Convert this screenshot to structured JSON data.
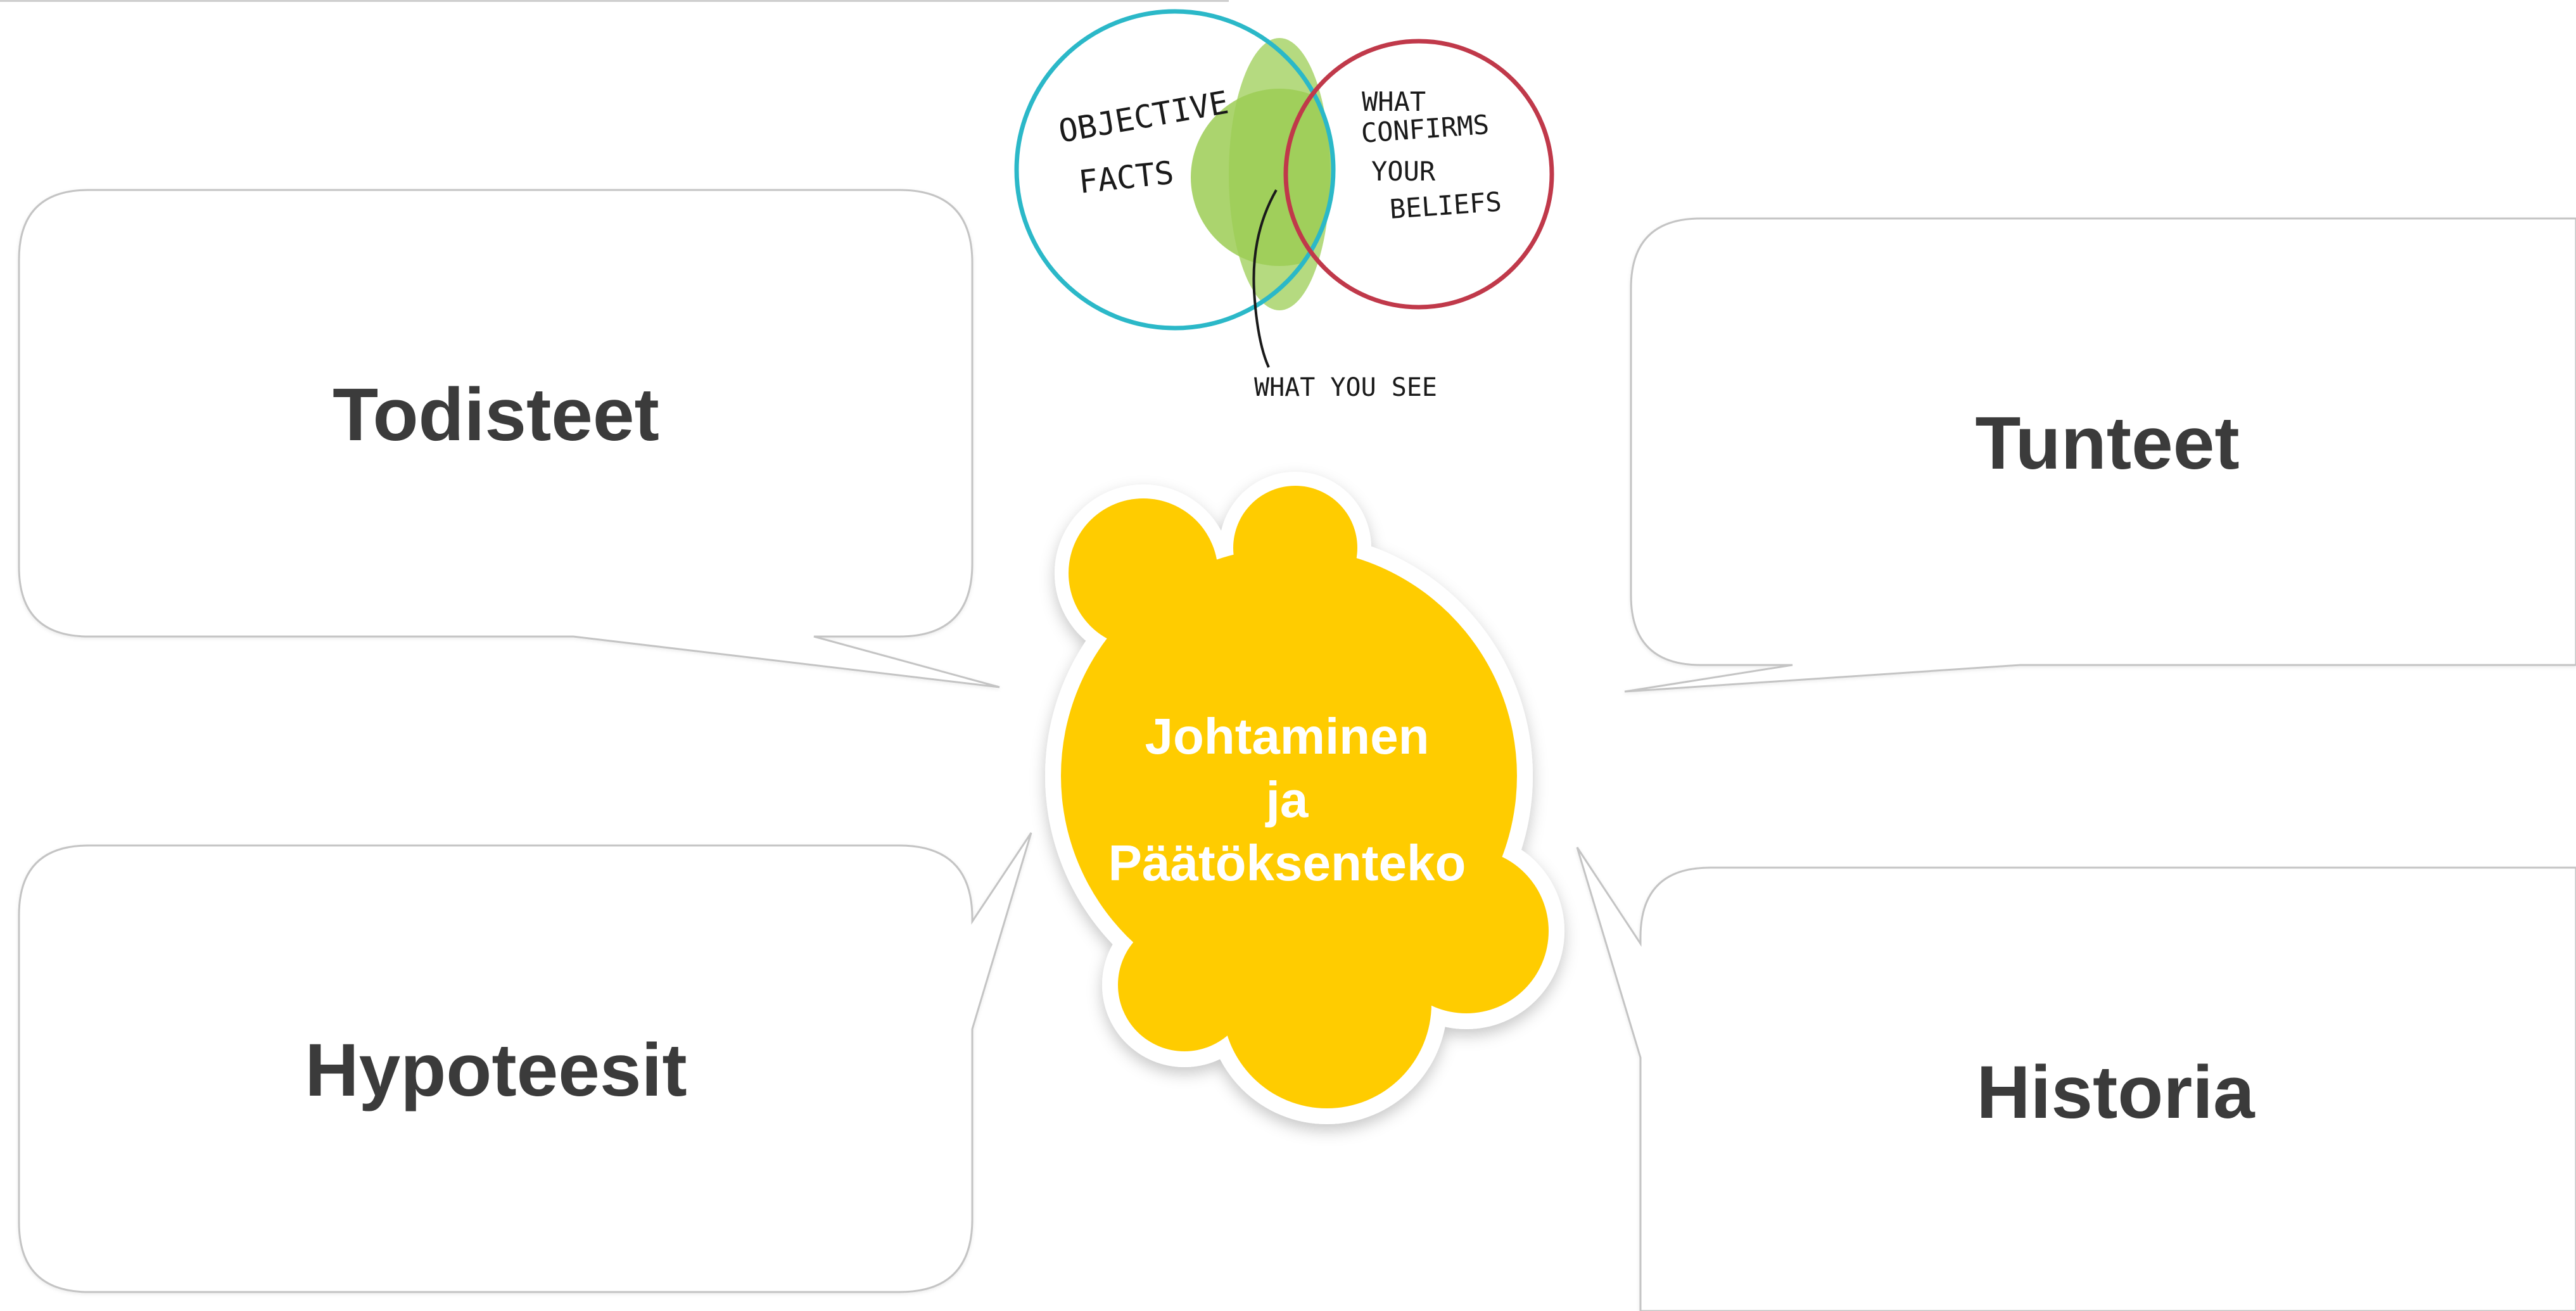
{
  "bubbles": {
    "todisteet": "Todisteet",
    "tunteet": "Tunteet",
    "hypoteesit": "Hypoteesit",
    "historia": "Historia"
  },
  "center": {
    "line1": "Johtaminen",
    "line2": "ja",
    "line3": "Päätöksenteko"
  },
  "venn": {
    "left_line1": "OBJECTIVE",
    "left_line2": "FACTS",
    "right_line1": "WHAT",
    "right_line2": "CONFIRMS",
    "right_line3": "YOUR",
    "right_line4": "BELIEFS",
    "bottom_label": "WHAT YOU SEE"
  },
  "colors": {
    "center_fill": "#ffcc00",
    "venn_left": "#2bb8c8",
    "venn_right": "#c0394a",
    "venn_overlap": "#9ccd55",
    "bubble_stroke": "#c4c4c4",
    "bubble_text": "#3b3b3b"
  }
}
